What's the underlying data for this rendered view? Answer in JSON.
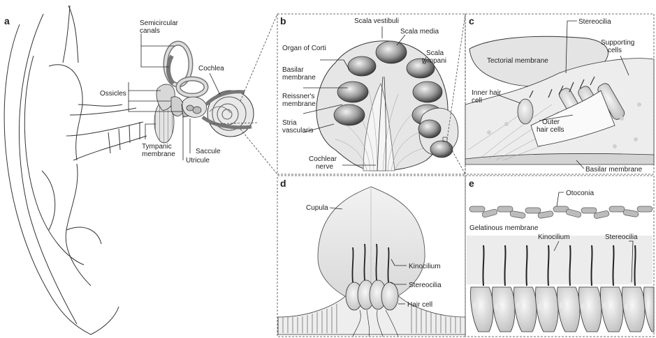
{
  "panels": {
    "a": {
      "letter": "a",
      "labels": {
        "semicircular_canals": [
          "Semicircular",
          "canals"
        ],
        "cochlea": "Cochlea",
        "ossicles": "Ossicles",
        "tympanic_membrane": [
          "Tympanic",
          "membrane"
        ],
        "saccule": "Saccule",
        "utricule": "Utricule"
      }
    },
    "b": {
      "letter": "b",
      "labels": {
        "scala_vestibuli": "Scala vestibuli",
        "scala_media": "Scala media",
        "organ_of_corti": "Organ of Corti",
        "scala_tympani": [
          "Scala",
          "tympani"
        ],
        "basilar_membrane": [
          "Basilar",
          "membrane"
        ],
        "reissners_membrane": [
          "Reissner's",
          "membrane"
        ],
        "stria_vascularis": [
          "Stria",
          "vascularis"
        ],
        "cochlear_nerve": [
          "Cochlear",
          "nerve"
        ]
      }
    },
    "c": {
      "letter": "c",
      "labels": {
        "stereocilia": "Stereocilia",
        "tectorial_membrane": "Tectorial membrane",
        "supporting_cells": [
          "Supporting",
          "cells"
        ],
        "inner_hair_cell": [
          "Inner hair",
          "cell"
        ],
        "outer_hair_cells": [
          "Outer",
          "hair cells"
        ],
        "basilar_membrane": "Basilar membrane"
      }
    },
    "d": {
      "letter": "d",
      "labels": {
        "cupula": "Cupula",
        "kinocilium": "Kinocilium",
        "stereocilia": "Stereocilia",
        "hair_cell": "Hair cell"
      }
    },
    "e": {
      "letter": "e",
      "labels": {
        "otoconia": "Otoconia",
        "gelatinous_membrane": "Gelatinous membrane",
        "kinocilium": "Kinocilium",
        "stereocilia": "Stereocilia"
      }
    }
  }
}
